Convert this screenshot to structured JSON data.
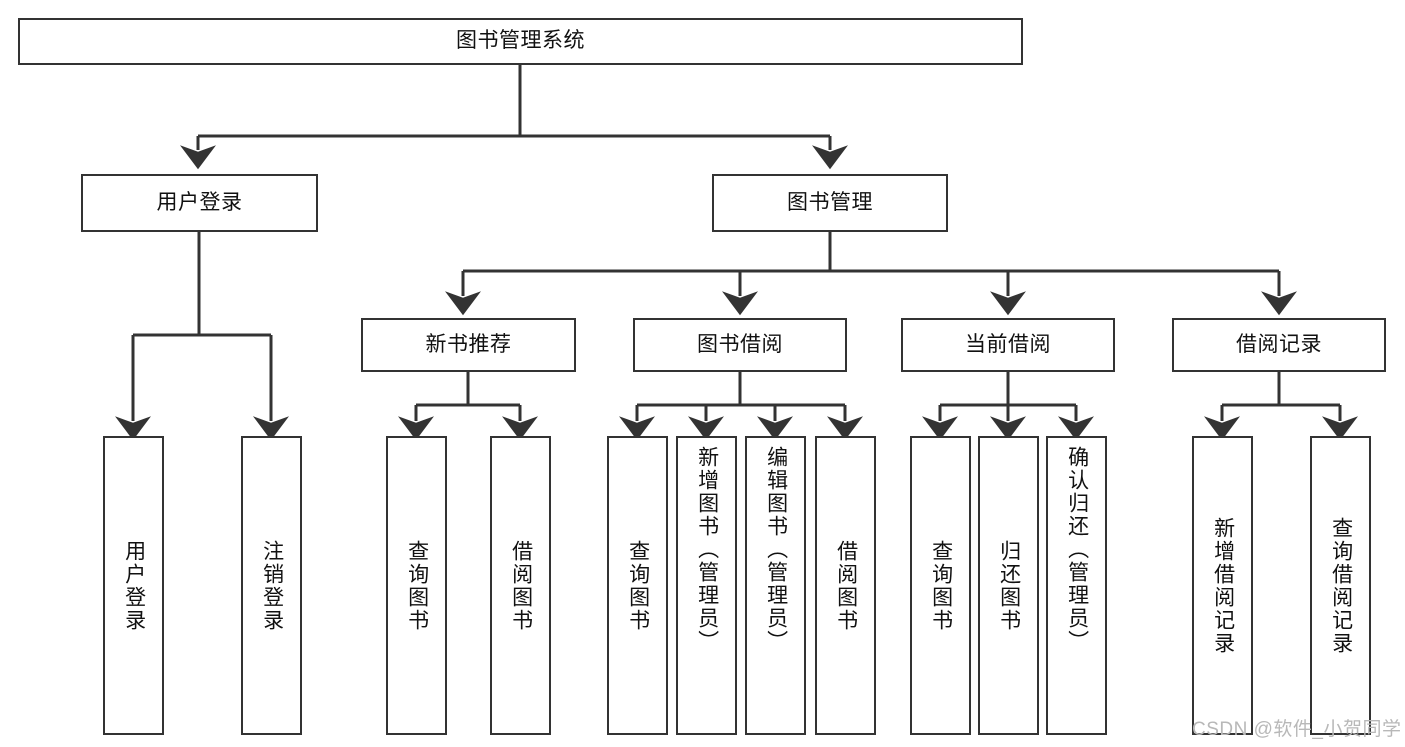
{
  "diagram": {
    "title": "图书管理系统",
    "type": "hierarchy-tree",
    "root": {
      "label": "图书管理系统"
    },
    "level2": [
      {
        "label": "用户登录"
      },
      {
        "label": "图书管理"
      }
    ],
    "level3": [
      {
        "label": "新书推荐"
      },
      {
        "label": "图书借阅"
      },
      {
        "label": "当前借阅"
      },
      {
        "label": "借阅记录"
      }
    ],
    "leaves": {
      "user_login": [
        {
          "label": "用户登录"
        },
        {
          "label": "注销登录"
        }
      ],
      "new_book_recommend": [
        {
          "label": "查询图书"
        },
        {
          "label": "借阅图书"
        }
      ],
      "book_borrow": [
        {
          "label": "查询图书"
        },
        {
          "label": "新增图书（管理员）"
        },
        {
          "label": "编辑图书（管理员）"
        },
        {
          "label": "借阅图书"
        }
      ],
      "current_borrow": [
        {
          "label": "查询图书"
        },
        {
          "label": "归还图书"
        },
        {
          "label": "确认归还（管理员）"
        }
      ],
      "borrow_record": [
        {
          "label": "新增借阅记录"
        },
        {
          "label": "查询借阅记录"
        }
      ]
    }
  },
  "watermark": {
    "text": "CSDN @软件_小贺同学"
  },
  "colors": {
    "stroke": "#333333",
    "fill": "#ffffff",
    "text": "#111111",
    "watermark": "#b8b8b8"
  }
}
